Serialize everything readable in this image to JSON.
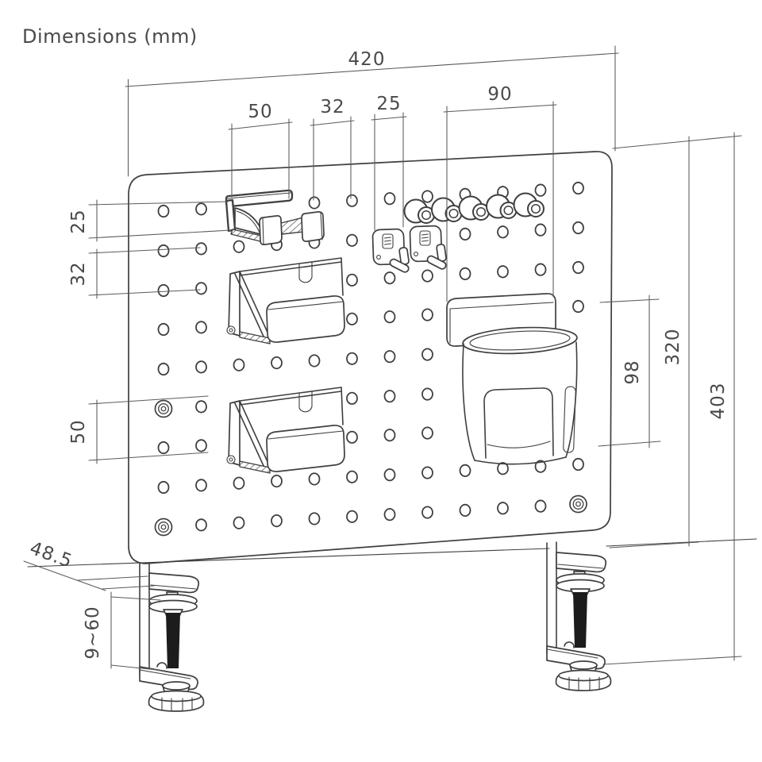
{
  "title": "Dimensions (mm)",
  "dims": {
    "width_total": "420",
    "top_hook_width": "50",
    "top_hole_pitch": "32",
    "top_hook_plate": "25",
    "top_cup_width": "90",
    "left_hook_height": "25",
    "left_hole_pitch": "32",
    "left_holder_height": "50",
    "right_cup_height": "98",
    "right_board_height": "320",
    "right_total_height": "403",
    "clamp_depth": "48.5",
    "clamp_range": "9~60"
  },
  "colors": {
    "line": "#3f3f3f",
    "dim_line": "#5a5a5a",
    "text": "#4a4a4a",
    "rod": "#1c1c1c",
    "background": "#ffffff"
  }
}
